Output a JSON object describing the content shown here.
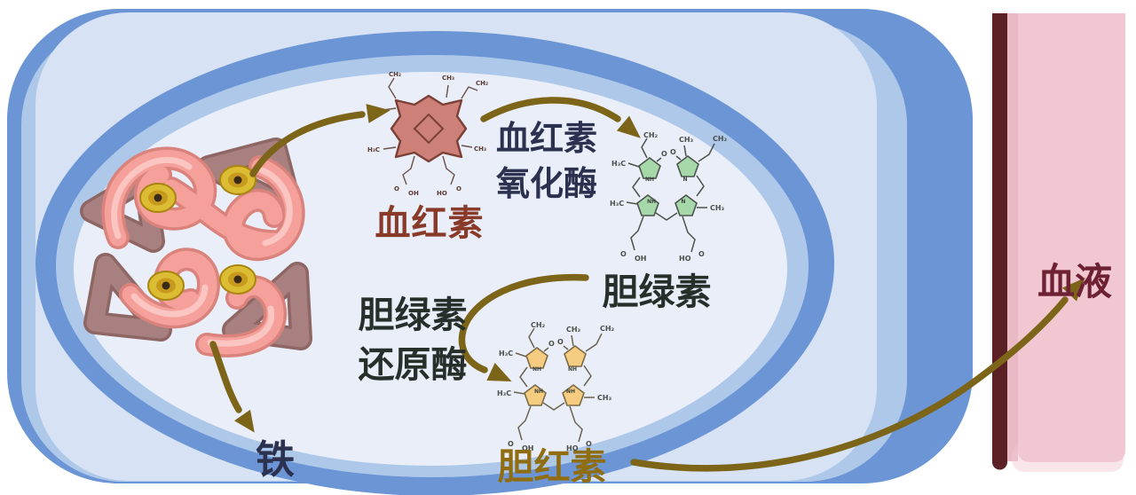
{
  "labels": {
    "heme": "血红素",
    "biliverdin": "胆绿素",
    "bilirubin": "胆红素",
    "iron": "铁",
    "blood": "血液"
  },
  "enzymes": {
    "heme_oxygenase": {
      "line1": "血红素",
      "line2": "氧化酶"
    },
    "biliverdin_reductase": {
      "line1": "胆绿素",
      "line2": "还原酶"
    }
  },
  "molecule_annotations": {
    "ch2": "CH₂",
    "ch3": "CH₃",
    "h3c": "H₃C",
    "n": "N",
    "nh": "NH",
    "o": "O",
    "oh": "OH",
    "ho": "HO"
  },
  "colors": {
    "cell_outer_blue": "#6b95d5",
    "cell_light_blue": "#aec8ea",
    "cell_pale_blue": "#d7e2f4",
    "cell_inner": "#e9eef9",
    "vessel_wall": "#5a2023",
    "vessel_strip": "#e9bac6",
    "vessel_blood_pink": "#f1c8d2",
    "arrow_olive": "#7c6418",
    "heme_fill": "#cc8077",
    "heme_outline": "#7b4036",
    "biliverdin_fill": "#a6d8aa",
    "bilirubin_fill": "#f6cc80",
    "protein_pink": "#f5a09a",
    "protein_mauve": "#a98080",
    "heme_disc_yellow": "#dcbc33",
    "text_navy": "#2d3150",
    "text_heme": "#8a3a28",
    "text_dark": "#262f2a",
    "text_bilirubin": "#8f6d10",
    "text_blood": "#6e2133"
  }
}
